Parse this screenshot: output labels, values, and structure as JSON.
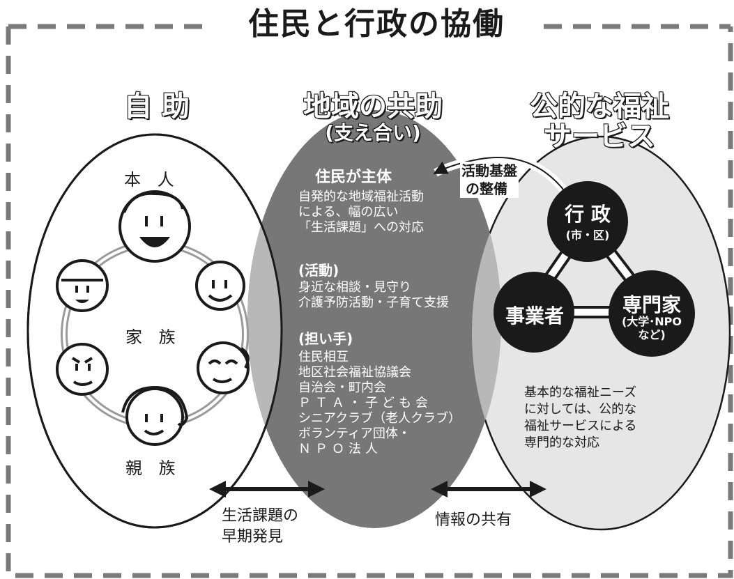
{
  "title": "住民と行政の協働",
  "self_help": {
    "heading": "自 助",
    "self_label": "本 人",
    "family_label": "家 族",
    "relatives_label": "親 族"
  },
  "mutual_aid": {
    "heading": "地域の共助",
    "subheading": "(支え合い)",
    "subject_title": "住民が主体",
    "subject_lines": [
      "自発的な地域福祉活動",
      "による、幅の広い",
      "「生活課題」への対応"
    ],
    "activities_title": "(活動)",
    "activities_lines": [
      "身近な相談・見守り",
      "介護予防活動・子育て支援"
    ],
    "bearers_title": "(担い手)",
    "bearers_lines": [
      "住民相互",
      "地区社会福祉協議会",
      "自治会・町内会",
      "ＰＴＡ・子ども会",
      "シニアクラブ（老人クラブ）",
      "ボランティア団体・",
      "ＮＰＯ法人"
    ]
  },
  "public_welfare": {
    "heading_line1": "公的な福祉",
    "heading_line2": "サービス",
    "base_label_line1": "活動基盤",
    "base_label_line2": "の整備",
    "admin_label": "行 政",
    "admin_sub": "(市・区)",
    "business_label": "事業者",
    "expert_label": "専門家",
    "expert_sub_line1": "(大学･NPO",
    "expert_sub_line2": "など)",
    "desc_lines": [
      "基本的な福祉ニーズ",
      "に対しては、公的な",
      "福祉サービスによる",
      "専門的な対応"
    ]
  },
  "bottom": {
    "left_line1": "生活課題の",
    "left_line2": "早期発見",
    "right_label": "情報の共有"
  },
  "icons": [
    "face-self-icon",
    "face-family-icon",
    "arrow-double-icon",
    "arrow-curved-icon"
  ],
  "colors": {
    "dark_oval": "#777777",
    "light_oval": "#e6e6e6",
    "overlap": "#b8b8b8",
    "node": "#1a1a1a"
  }
}
